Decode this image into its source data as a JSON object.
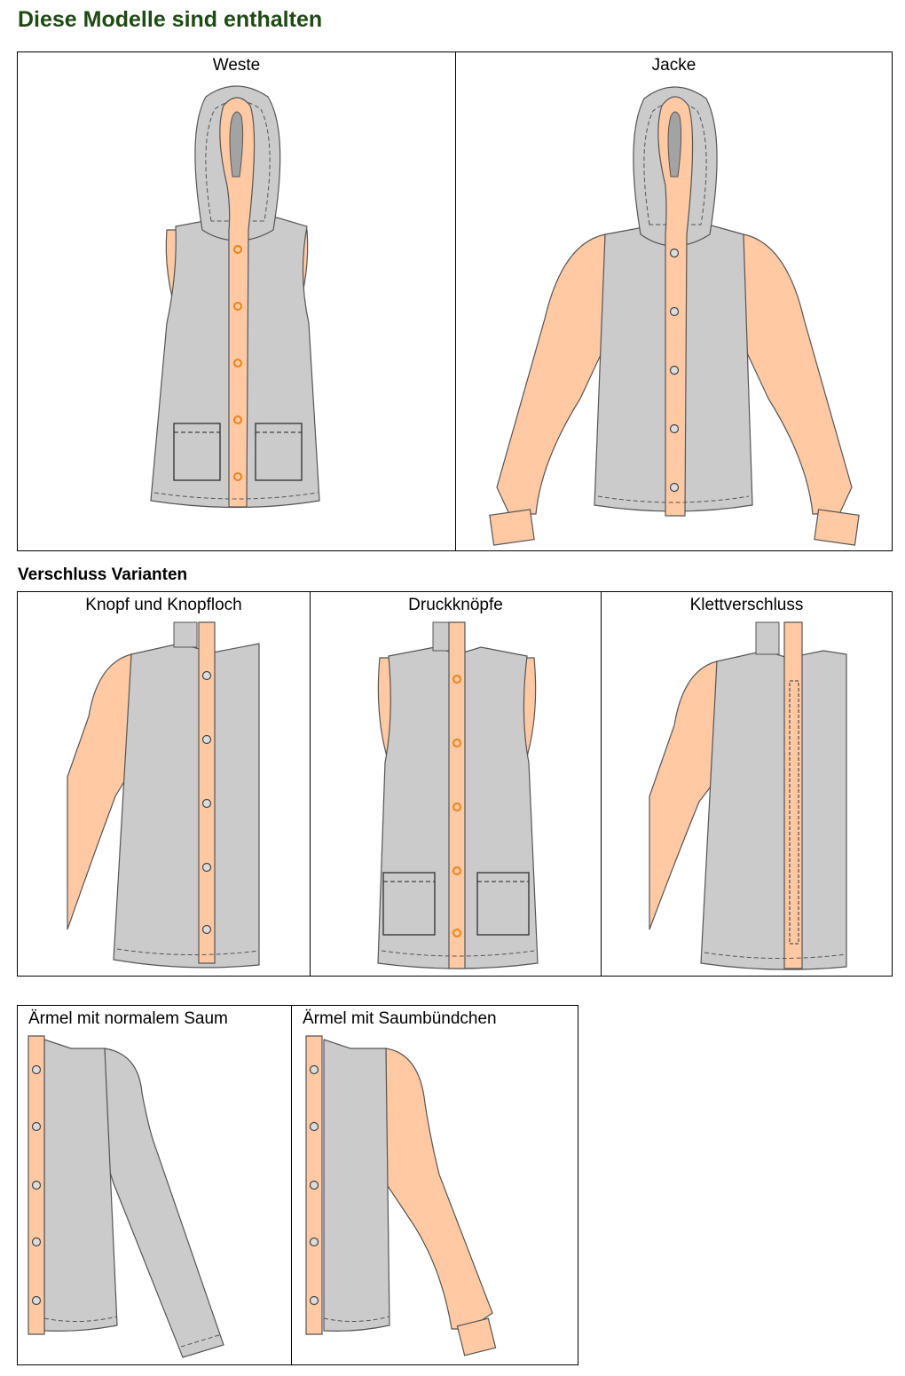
{
  "page": {
    "title": "Diese Modelle sind enthalten",
    "closure_heading": "Verschluss Varianten"
  },
  "models": [
    {
      "label": "Weste"
    },
    {
      "label": "Jacke"
    }
  ],
  "closures": [
    {
      "label": "Knopf und Knopfloch"
    },
    {
      "label": "Druckknöpfe"
    },
    {
      "label": "Klettverschluss"
    }
  ],
  "sleeves": [
    {
      "label": "Ärmel mit normalem Saum"
    },
    {
      "label": "Ärmel mit Saumbündchen"
    }
  ],
  "colors": {
    "body": "#cbcbcb",
    "accent": "#ffc9a3",
    "snap": "#e8821d",
    "title": "#1f4a14"
  }
}
